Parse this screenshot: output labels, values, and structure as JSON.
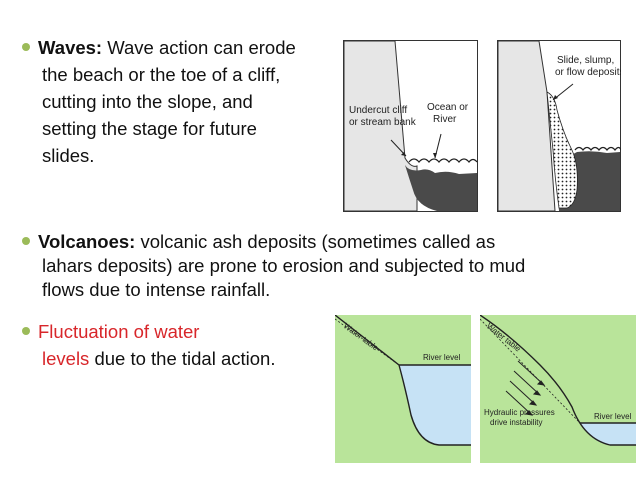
{
  "waves": {
    "heading": "Waves:",
    "lines": [
      "Wave action can erode",
      "the beach or the toe of a cliff,",
      "cutting  into the slope, and",
      "setting the stage for future",
      "slides."
    ]
  },
  "volcanoes": {
    "heading": "Volcanoes:",
    "lines": [
      "volcanic ash deposits (sometimes called as",
      "lahars deposits) are prone to erosion and subjected to mud",
      "flows due to intense rainfall."
    ]
  },
  "fluctuation": {
    "line1": "Fluctuation of water",
    "line2_red": "levels",
    "line2_rest": "  due to the tidal action."
  },
  "diagram1": {
    "label_undercut": [
      "Undercut cliff",
      "or stream bank"
    ],
    "label_ocean": [
      "Ocean or",
      "River"
    ]
  },
  "diagram2": {
    "label_slide": [
      "Slide, slump,",
      "or flow deposits"
    ]
  },
  "diagram3": {
    "label_water_table": "Water table",
    "label_river": "River level"
  },
  "diagram4": {
    "label_water_table": "Water table",
    "label_hydraulic": [
      "Hydraulic pressures",
      "drive instability"
    ],
    "label_river": "River level"
  },
  "colors": {
    "bullet": "#9bbb59",
    "red_text": "#d8262a",
    "grass_green": "#b9e49a",
    "water_blue": "#c6e2f5",
    "cliff_gray": "#e6e6e6",
    "rock_dark": "#4a4a4a"
  }
}
